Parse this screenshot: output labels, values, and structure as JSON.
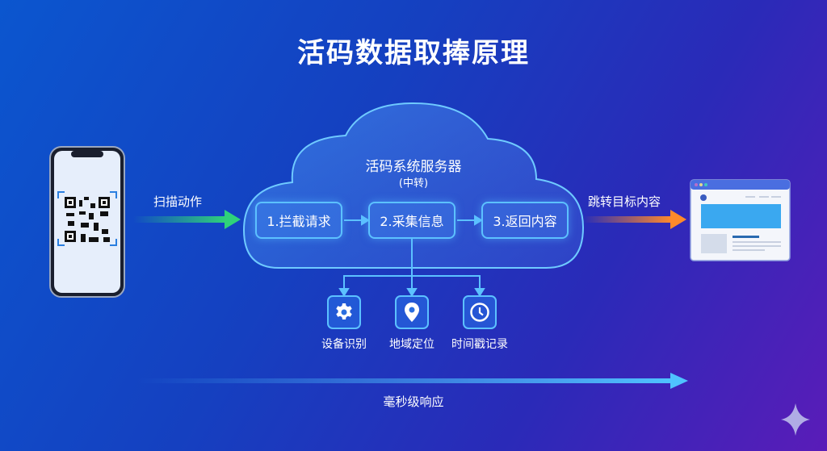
{
  "title": "活码数据取捧原理",
  "server": {
    "title": "活码系统服务器",
    "subtitle": "(中转)"
  },
  "steps": [
    {
      "label": "1.拦截请求"
    },
    {
      "label": "2.采集信息"
    },
    {
      "label": "3.返回内容"
    }
  ],
  "collect": [
    {
      "label": "设备识别",
      "icon": "gear-icon"
    },
    {
      "label": "地域定位",
      "icon": "location-pin-icon"
    },
    {
      "label": "时间戳记录",
      "icon": "clock-icon"
    }
  ],
  "scan_label": "扫描动作",
  "redirect_label": "跳转目标内容",
  "bottom_label": "毫秒级响应",
  "colors": {
    "accent": "#5cc1ff",
    "scan_arrow": "#2fd27a",
    "redirect_arrow": "#ff8a2a"
  }
}
